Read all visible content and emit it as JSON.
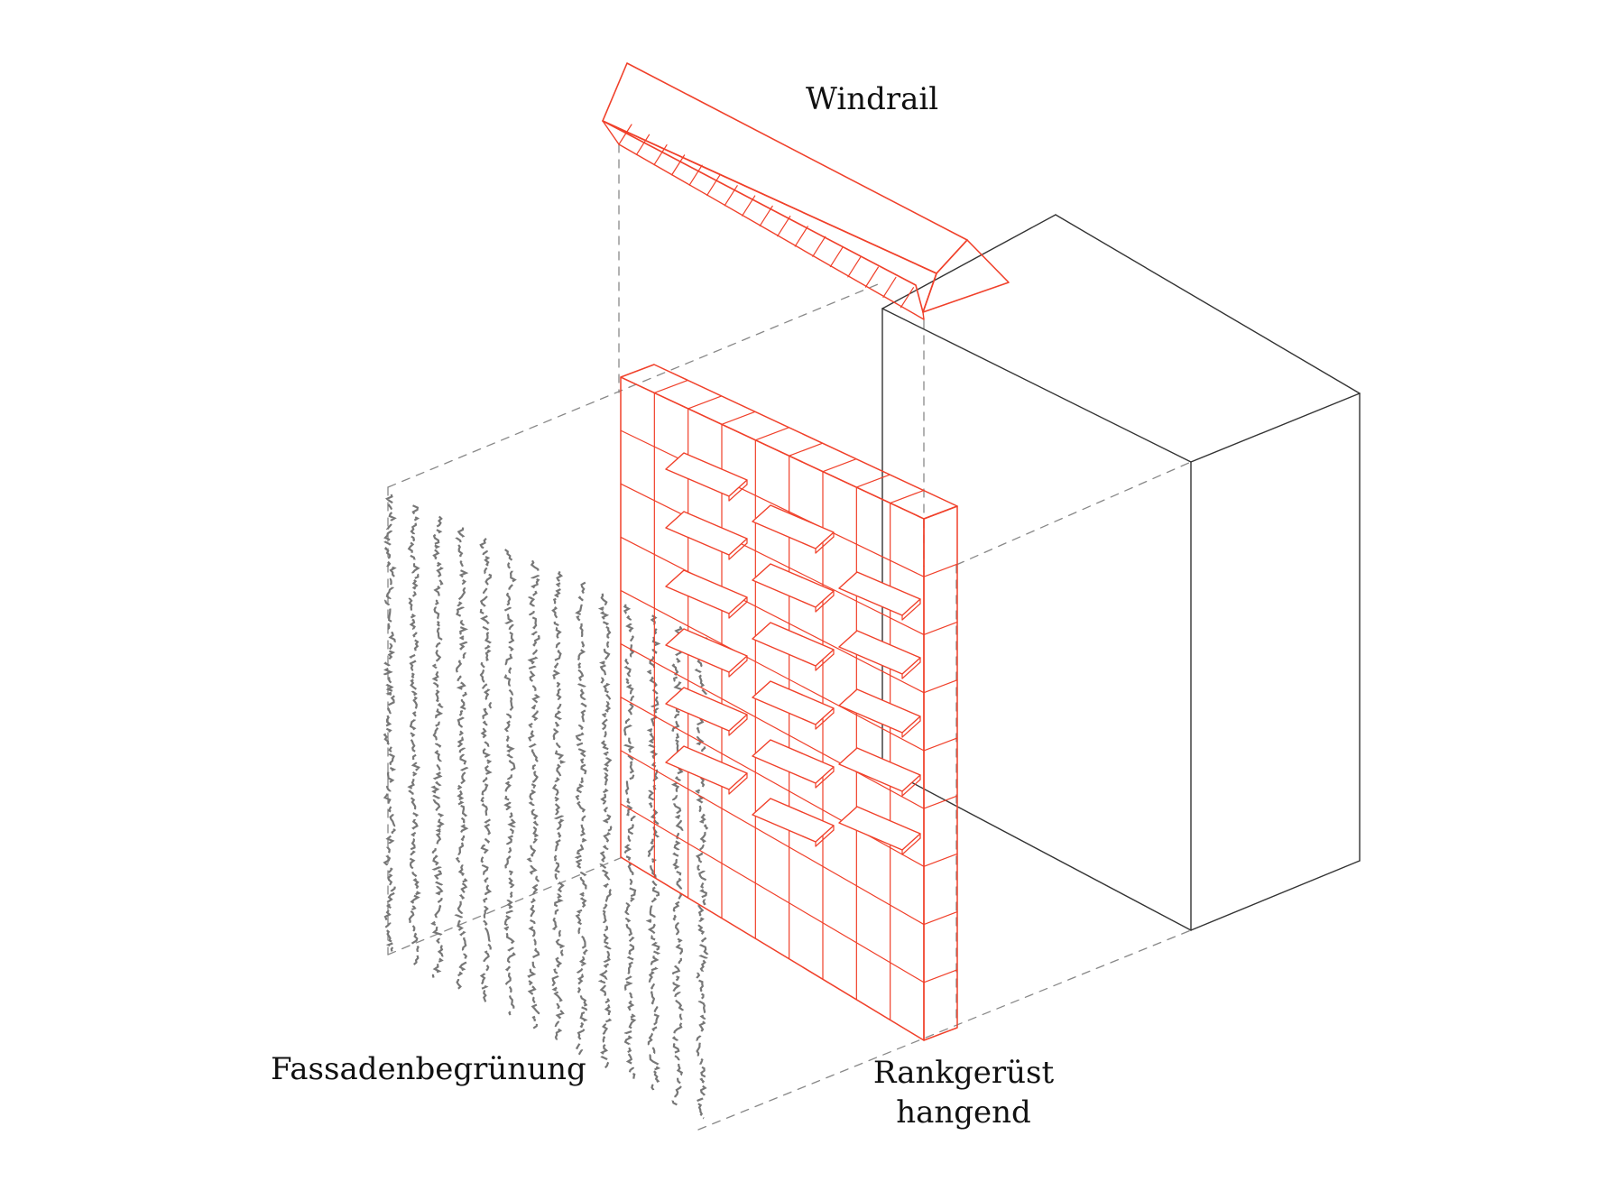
{
  "labels": {
    "windrail": "Windrail",
    "facade_greening": "Fassadenbegrünung",
    "trellis_line1": "Rankgerüst",
    "trellis_line2": "hangend"
  },
  "colors": {
    "red": "#f0402a",
    "building": "#333333",
    "guide": "#888888",
    "plants": "#777777"
  }
}
